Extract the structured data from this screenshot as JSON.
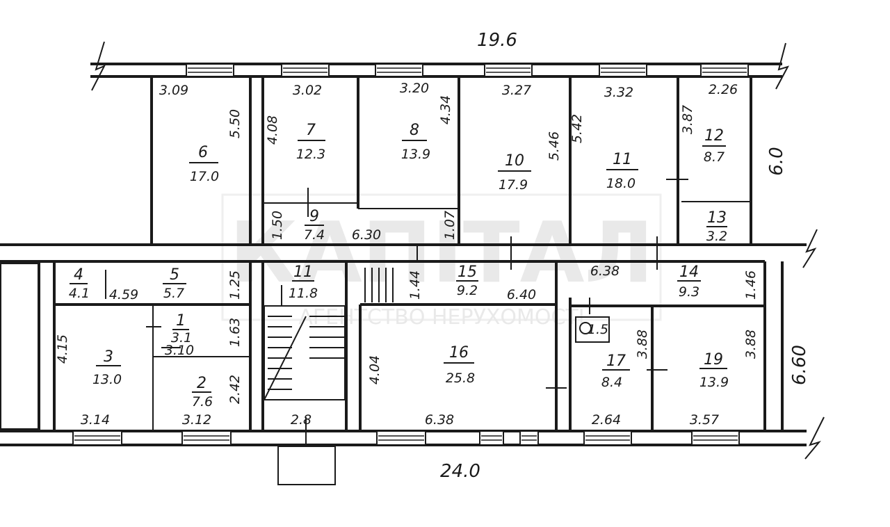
{
  "plan": {
    "overall_dims": {
      "top": "19.6",
      "bottom": "24.0",
      "right_upper": "6.0",
      "right_lower": "6.60"
    },
    "watermark": {
      "line1": "КАПІТАЛ",
      "line2": "АГЕНТСТВО НЕРУХОМОСТІ"
    },
    "rooms": [
      {
        "id": "r6",
        "num": "6",
        "area": "17.0"
      },
      {
        "id": "r7",
        "num": "7",
        "area": "12.3"
      },
      {
        "id": "r8",
        "num": "8",
        "area": "13.9"
      },
      {
        "id": "r9",
        "num": "9",
        "area": "7.4"
      },
      {
        "id": "r10",
        "num": "10",
        "area": "17.9"
      },
      {
        "id": "r11u",
        "num": "11",
        "area": "18.0"
      },
      {
        "id": "r12",
        "num": "12",
        "area": "8.7"
      },
      {
        "id": "r13",
        "num": "13",
        "area": "3.2"
      },
      {
        "id": "r4",
        "num": "4",
        "area": "4.1"
      },
      {
        "id": "r5",
        "num": "5",
        "area": "5.7"
      },
      {
        "id": "r11s",
        "num": "11",
        "area": "11.8"
      },
      {
        "id": "r15",
        "num": "15",
        "area": "9.2"
      },
      {
        "id": "r14",
        "num": "14",
        "area": "9.3"
      },
      {
        "id": "r1",
        "num": "1",
        "area": "3.1"
      },
      {
        "id": "r3",
        "num": "3",
        "area": "13.0"
      },
      {
        "id": "r2",
        "num": "2",
        "area": "7.6"
      },
      {
        "id": "r16",
        "num": "16",
        "area": "25.8"
      },
      {
        "id": "r17",
        "num": "17",
        "area": "8.4"
      },
      {
        "id": "r19",
        "num": "19",
        "area": "13.9"
      }
    ],
    "dims": {
      "d309": "3.09",
      "d302": "3.02",
      "d320": "3.20",
      "d327": "3.27",
      "d332": "3.32",
      "d226": "2.26",
      "d550": "5.50",
      "d408": "4.08",
      "d434": "4.34",
      "d546": "5.46",
      "d542": "5.42",
      "d387": "3.87",
      "d150": "1.50",
      "d630": "6.30",
      "d107": "1.07",
      "d459": "4.59",
      "d125": "1.25",
      "d144": "1.44",
      "d640": "6.40",
      "d638t": "6.38",
      "d146": "1.46",
      "d410": "3.10",
      "d163": "1.63",
      "d415": "4.15",
      "d242": "2.42",
      "d404": "4.04",
      "d388a": "3.88",
      "d388b": "3.88",
      "d15": "1.5",
      "d314": "3.14",
      "d312": "3.12",
      "d28": "2.8",
      "d638b": "6.38",
      "d264": "2.64",
      "d357": "3.57"
    }
  }
}
